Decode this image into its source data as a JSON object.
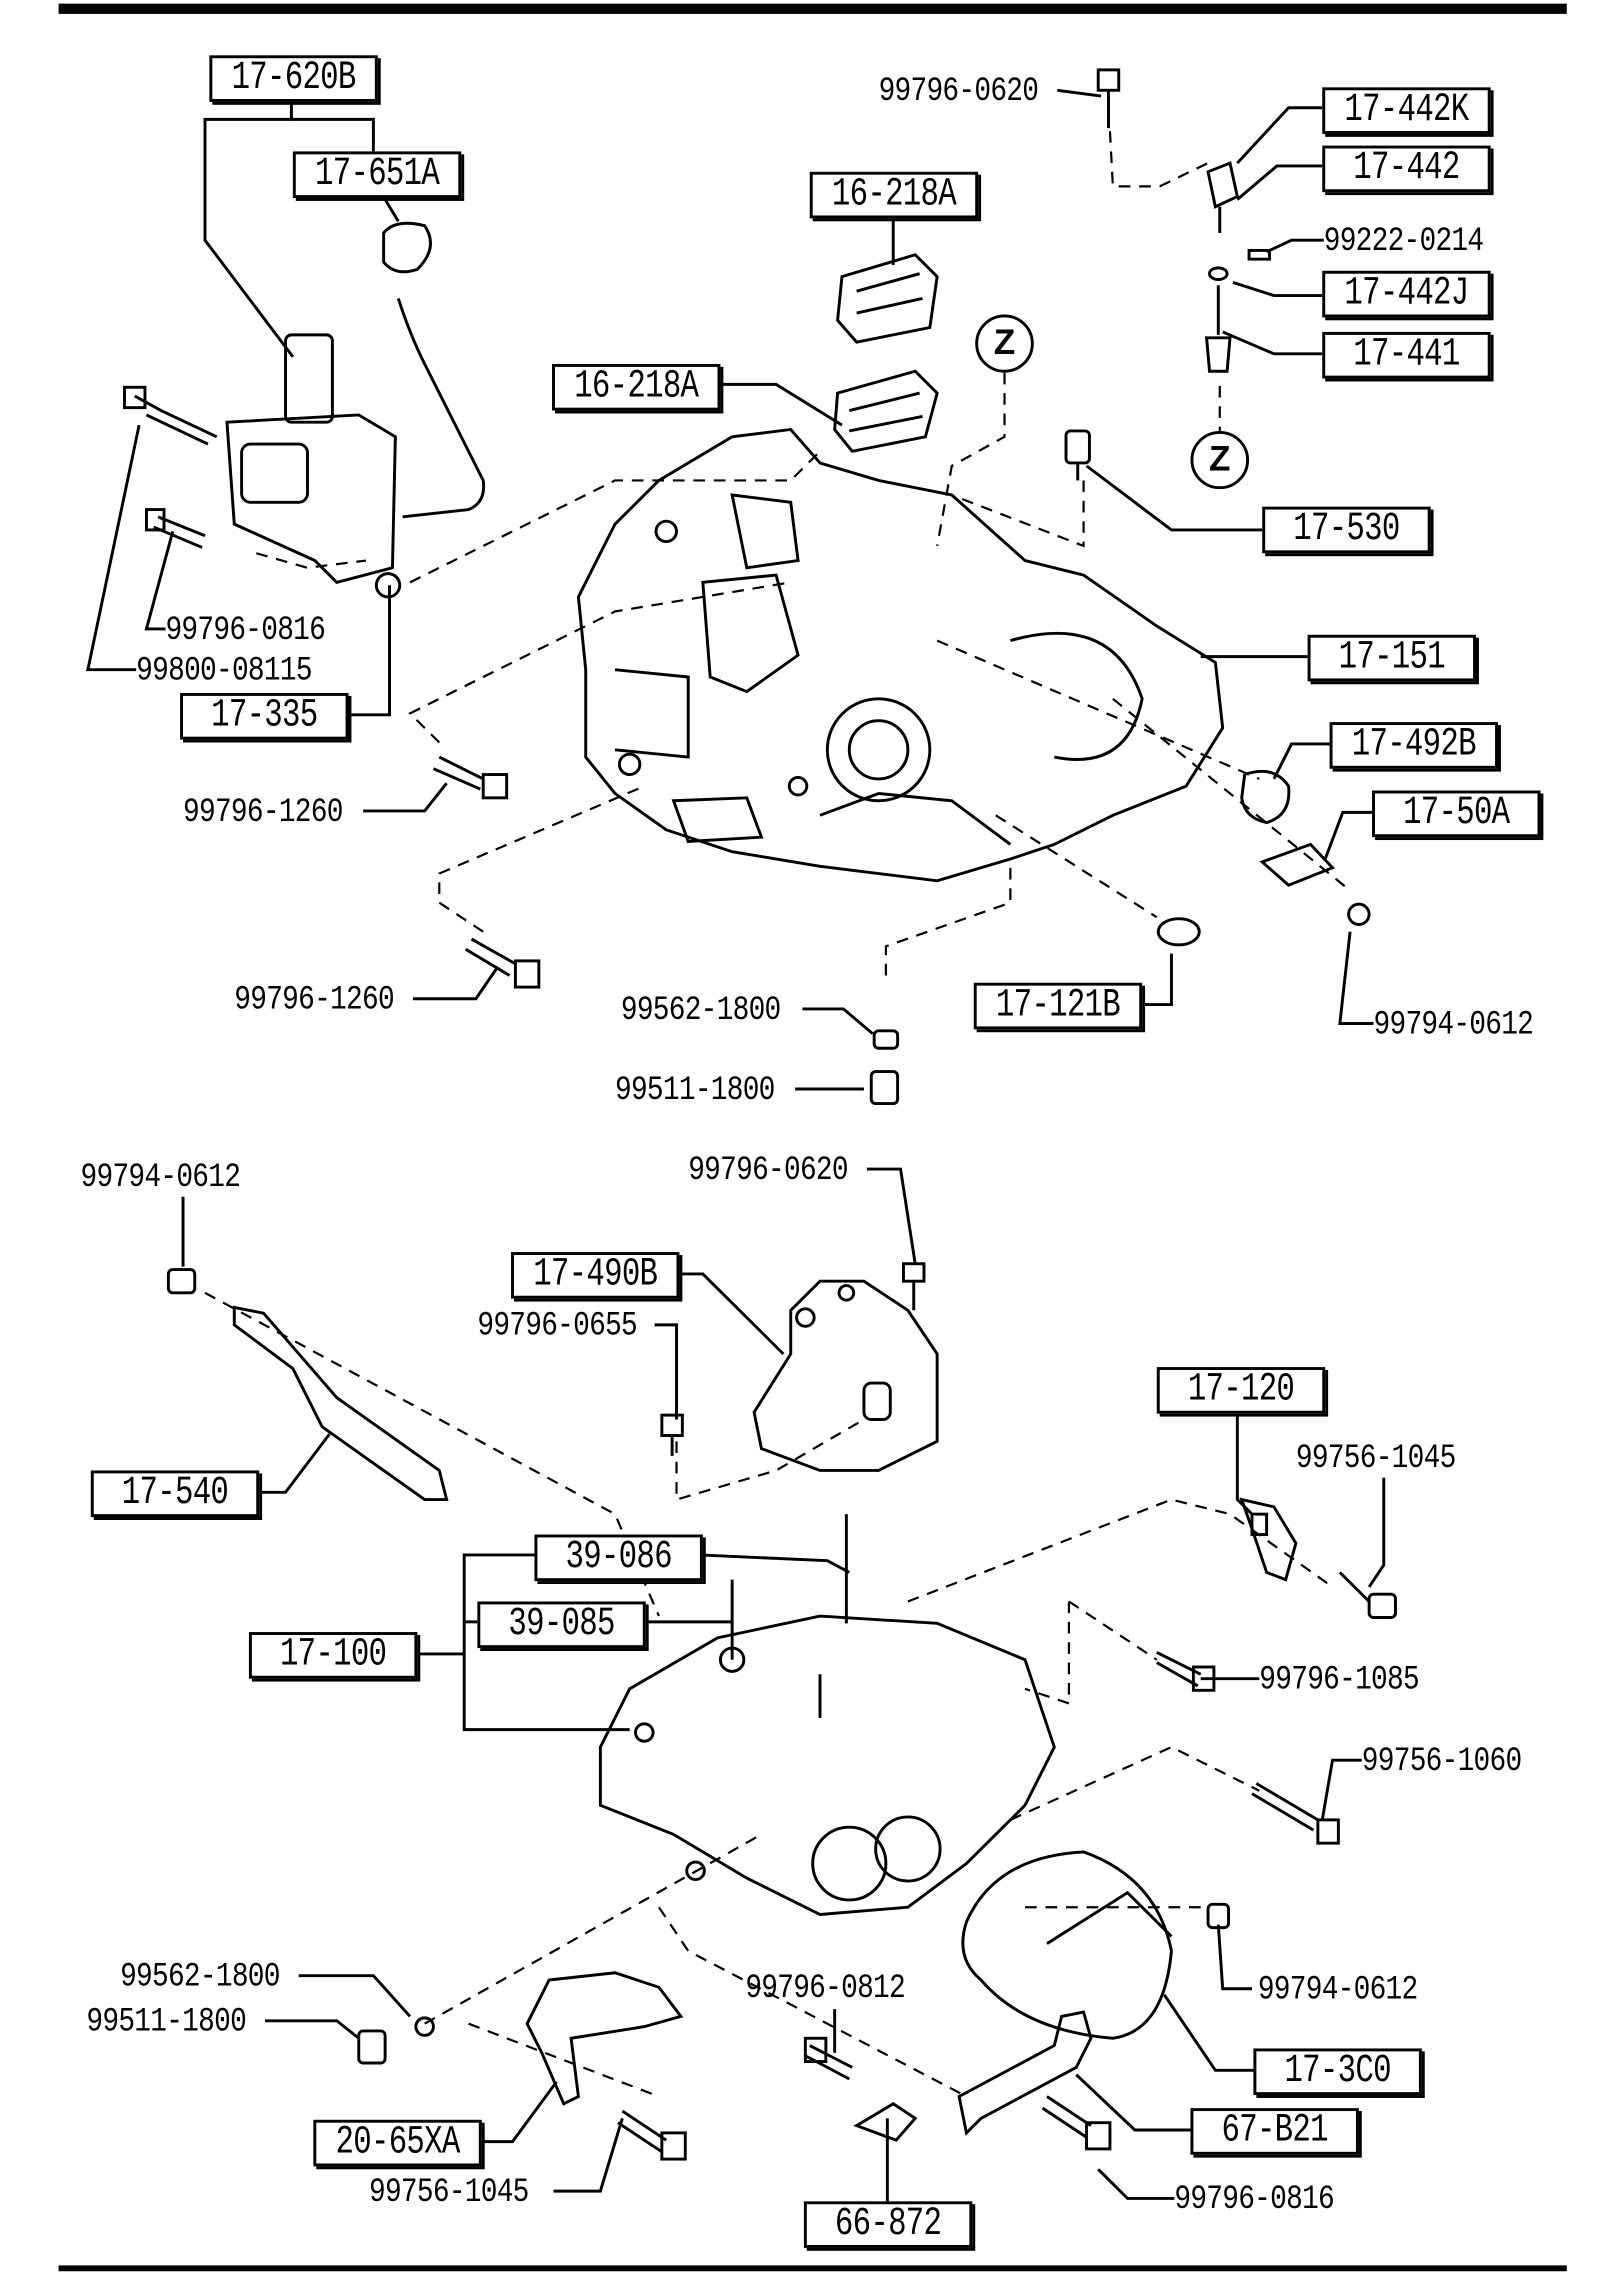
{
  "upper_diagram": {
    "callouts": [
      "17-620B",
      "17-651A",
      "16-218A",
      "16-218A",
      "99796-0620",
      "17-442K",
      "17-442",
      "99222-0214",
      "17-442J",
      "17-441",
      "Z",
      "Z",
      "17-530",
      "17-151",
      "17-492B",
      "17-50A",
      "99796-0816",
      "99800-08115",
      "17-335",
      "99796-1260",
      "99796-1260",
      "99562-1800",
      "99511-1800",
      "17-121B",
      "99794-0612"
    ]
  },
  "lower_diagram": {
    "callouts": [
      "99794-0612",
      "99796-0620",
      "17-490B",
      "99796-0655",
      "17-120",
      "99756-1045",
      "17-540",
      "39-086",
      "39-085",
      "17-100",
      "99796-1085",
      "99756-1060",
      "99562-1800",
      "99511-1800",
      "99796-0812",
      "99794-0612",
      "17-3C0",
      "67-B21",
      "20-65XA",
      "99756-1045",
      "99796-0816",
      "66-872"
    ]
  }
}
